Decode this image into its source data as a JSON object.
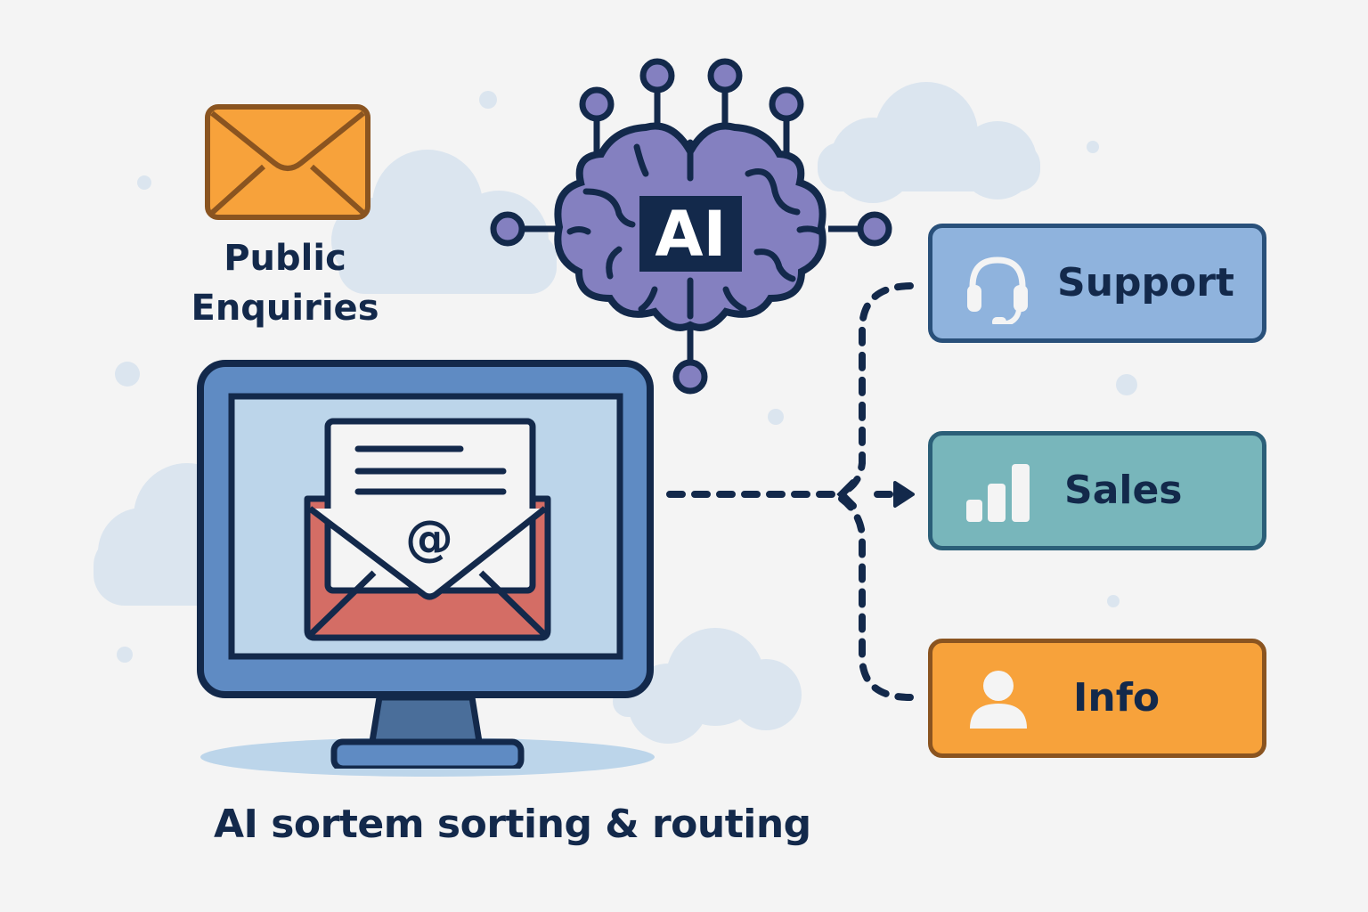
{
  "source": {
    "icon": "envelope-icon",
    "label_line1": "Public",
    "label_line2": "Enquiries",
    "color": "#f7a23b"
  },
  "ai_core": {
    "icon": "brain-icon",
    "badge": "AI",
    "color": "#8480c0"
  },
  "monitor": {
    "icon": "open-email-icon",
    "at_symbol": "@",
    "screen_color": "#bcd5ea",
    "frame_color": "#5f8bc3",
    "envelope_color": "#d46d65"
  },
  "destinations": [
    {
      "label": "Support",
      "icon": "headset-icon",
      "color": "#8fb3dd",
      "border": "#29507a"
    },
    {
      "label": "Sales",
      "icon": "bar-chart-icon",
      "color": "#78b6bb",
      "border": "#2b5f78"
    },
    {
      "label": "Info",
      "icon": "user-icon",
      "color": "#f7a23b",
      "border": "#8a5420"
    }
  ],
  "caption": "AI sortem sorting & routing",
  "colors": {
    "outline": "#13294b",
    "background": "#f4f4f4",
    "cloud": "#dbe5ef"
  }
}
